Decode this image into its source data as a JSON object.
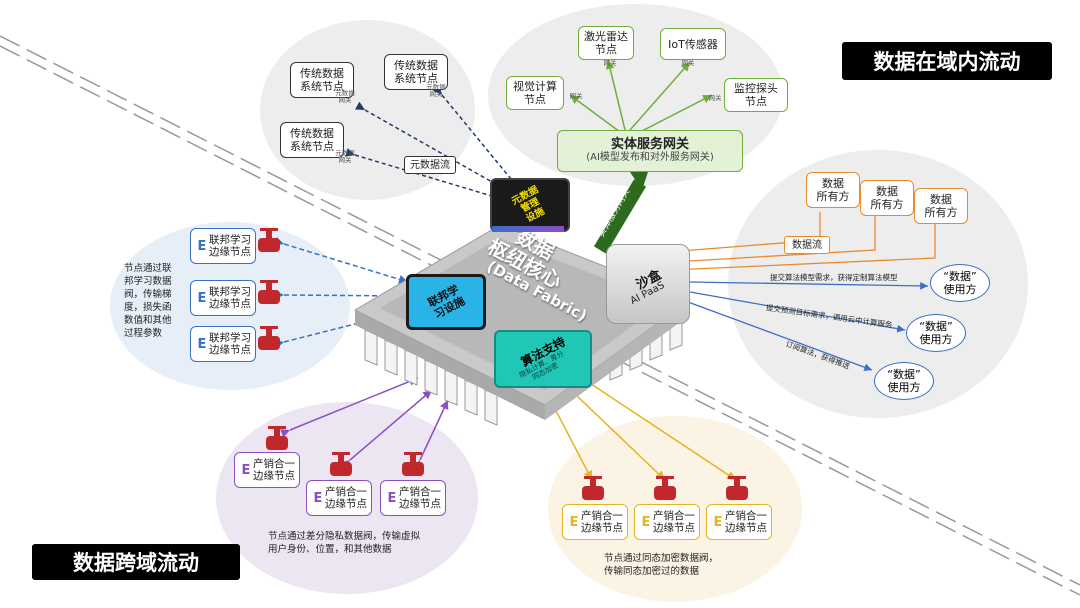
{
  "banners": {
    "top_right": "数据在域内流动",
    "bottom_left": "数据跨域流动"
  },
  "legacy": {
    "nodes": [
      "传统数据\n系统节点",
      "传统数据\n系统节点",
      "传统数据\n系统节点"
    ],
    "gateway_tag": "元数据\n网关",
    "flow_label": "元数据流"
  },
  "iot": {
    "nodes": [
      "激光雷达\n节点",
      "IoT传感器",
      "视觉计算\n节点",
      "监控探头\n节点"
    ],
    "gateway_tag": "网关",
    "entity_gateway_title": "实体服务网关",
    "entity_gateway_sub": "(AI模型发布和对外服务网关)",
    "arrow_label": "实体服务网关"
  },
  "owners": {
    "nodes": [
      "数据\n所有方",
      "数据\n所有方",
      "数据\n所有方"
    ],
    "flow_label": "数据流"
  },
  "users": {
    "nodes": [
      "“数据”\n使用方",
      "“数据”\n使用方",
      "“数据”\n使用方"
    ],
    "labels": [
      "提交算法模型需求，获得定制算法模型",
      "提交预测目标需求，调用云中计算服务",
      "订阅算法，获得推送"
    ]
  },
  "core": {
    "title": "数据\n枢纽核心",
    "subtitle": "(Data Fabric)",
    "sandbox_title": "沙盒",
    "sandbox_sub": "AI PaaS",
    "metadata_chip": "元数据\n管理\n设施",
    "federated_chip": "联邦学\n习设施",
    "algorithm_chip_title": "算法支持",
    "algorithm_chip_sub": "隐私计算、差分\n同态加密"
  },
  "federated": {
    "nodes": [
      "联邦学习\n边缘节点",
      "联邦学习\n边缘节点",
      "联邦学习\n边缘节点"
    ],
    "note": "节点通过联\n邦学习数据\n阀，传输梯\n度，损失函\n数值和其他\n过程参数"
  },
  "purple_group": {
    "nodes": [
      "产销合一\n边缘节点",
      "产销合一\n边缘节点",
      "产销合一\n边缘节点"
    ],
    "note": "节点通过差分隐私数据阀，传输虚拟\n用户身份、位置，和其他数据"
  },
  "yellow_group": {
    "nodes": [
      "产销合一\n边缘节点",
      "产销合一\n边缘节点",
      "产销合一\n边缘节点"
    ],
    "note": "节点通过同态加密数据阀，\n传输同态加密过的数据"
  },
  "edge_letter": "E",
  "colors": {
    "blue": "#3a6fc4",
    "purple": "#8b4fc4",
    "yellow": "#e5b424",
    "orange": "#e88a2c",
    "green": "#6fae3c",
    "navy": "#1f3a6b",
    "valve": "#c0282d"
  }
}
